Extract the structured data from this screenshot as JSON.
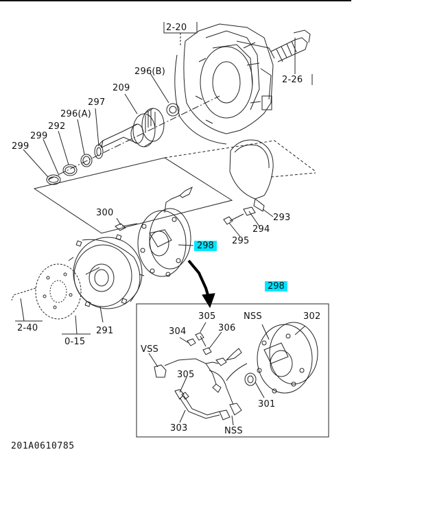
{
  "labels": {
    "ref_2_20": "2-20",
    "ref_2_26": "2-26",
    "ref_2_40": "2-40",
    "ref_0_15": "0-15",
    "p296b": "296(B)",
    "p209": "209",
    "p297": "297",
    "p296a": "296(A)",
    "p292": "292",
    "p299a": "299",
    "p299b": "299",
    "p300": "300",
    "p298": "298",
    "p298_detail": "298",
    "p293": "293",
    "p294": "294",
    "p295": "295",
    "p291": "291",
    "p305a": "305",
    "p305b": "305",
    "p304": "304",
    "p306": "306",
    "p302": "302",
    "p301": "301",
    "p303": "303",
    "nss_top": "NSS",
    "nss_bottom": "NSS",
    "vss": "VSS"
  },
  "footer": {
    "code": "201A0610785"
  },
  "colors": {
    "highlight": "#00e5ff",
    "ink": "#111111"
  }
}
